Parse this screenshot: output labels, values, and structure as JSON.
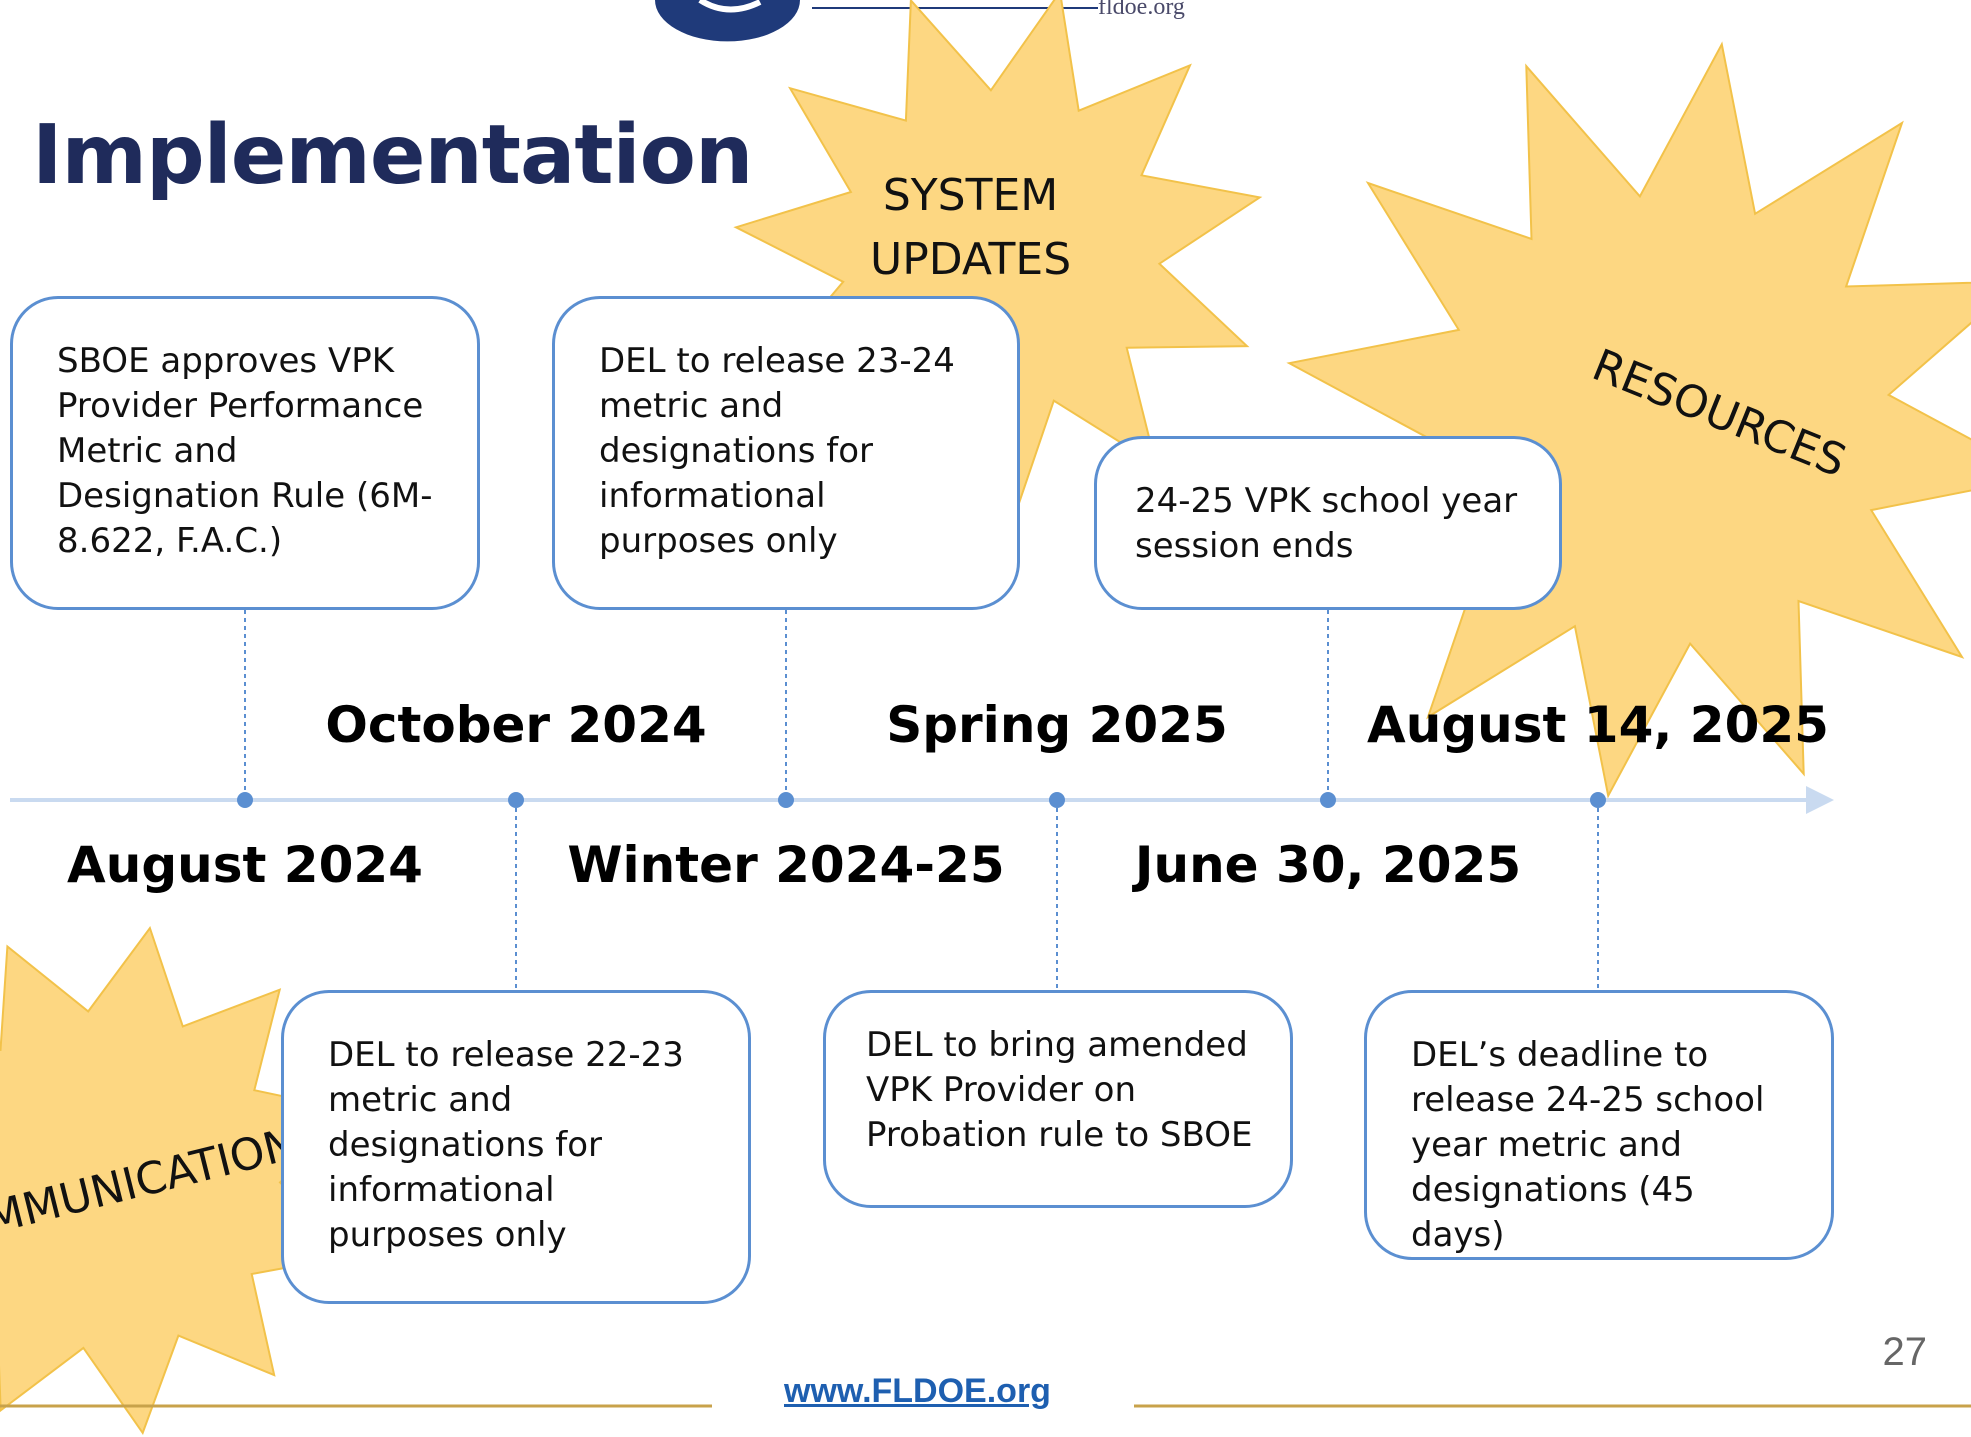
{
  "header": {
    "url_text": "fldoe.org"
  },
  "slide": {
    "title": "Implementation"
  },
  "bursts": [
    {
      "label_lines": [
        "SYSTEM",
        "UPDATES"
      ]
    },
    {
      "label_lines": [
        "RESOURCES"
      ]
    },
    {
      "label_lines": [
        "MMUNICATION"
      ]
    }
  ],
  "timeline": {
    "dates_above": [
      "October 2024",
      "Spring 2025",
      "August 14, 2025"
    ],
    "dates_below": [
      "August 2024",
      "Winter 2024-25",
      "June 30, 2025"
    ],
    "boxes_top": [
      {
        "lines": [
          "SBOE approves VPK",
          "Provider Performance",
          "Metric and",
          "Designation Rule (6M-",
          "8.622, F.A.C.)"
        ]
      },
      {
        "lines": [
          "DEL to release 23-24",
          "metric and",
          "designations for",
          "informational",
          "purposes only"
        ]
      },
      {
        "lines": [
          "24-25 VPK school year",
          "session ends"
        ]
      }
    ],
    "boxes_bottom": [
      {
        "lines": [
          "DEL to release 22-23",
          "metric and",
          "designations for",
          "informational",
          "purposes only"
        ]
      },
      {
        "lines": [
          "DEL to bring amended",
          "VPK Provider on",
          "Probation rule to SBOE"
        ]
      },
      {
        "lines": [
          "DEL’s deadline to",
          "release 24-25 school",
          "year metric and",
          "designations (45 days)"
        ]
      }
    ]
  },
  "colors": {
    "title": "#1f2b5b",
    "burst_fill": "#fdd782",
    "burst_stroke": "#f2c24a",
    "box_border": "#5b8fd1",
    "timeline": "#c9daf0",
    "timeline_dot": "#5b8fd1",
    "footer_rule": "#c8a24a",
    "link": "#1e5fb0"
  },
  "footer": {
    "url_text": "www.FLDOE.org",
    "page_number": "27"
  }
}
